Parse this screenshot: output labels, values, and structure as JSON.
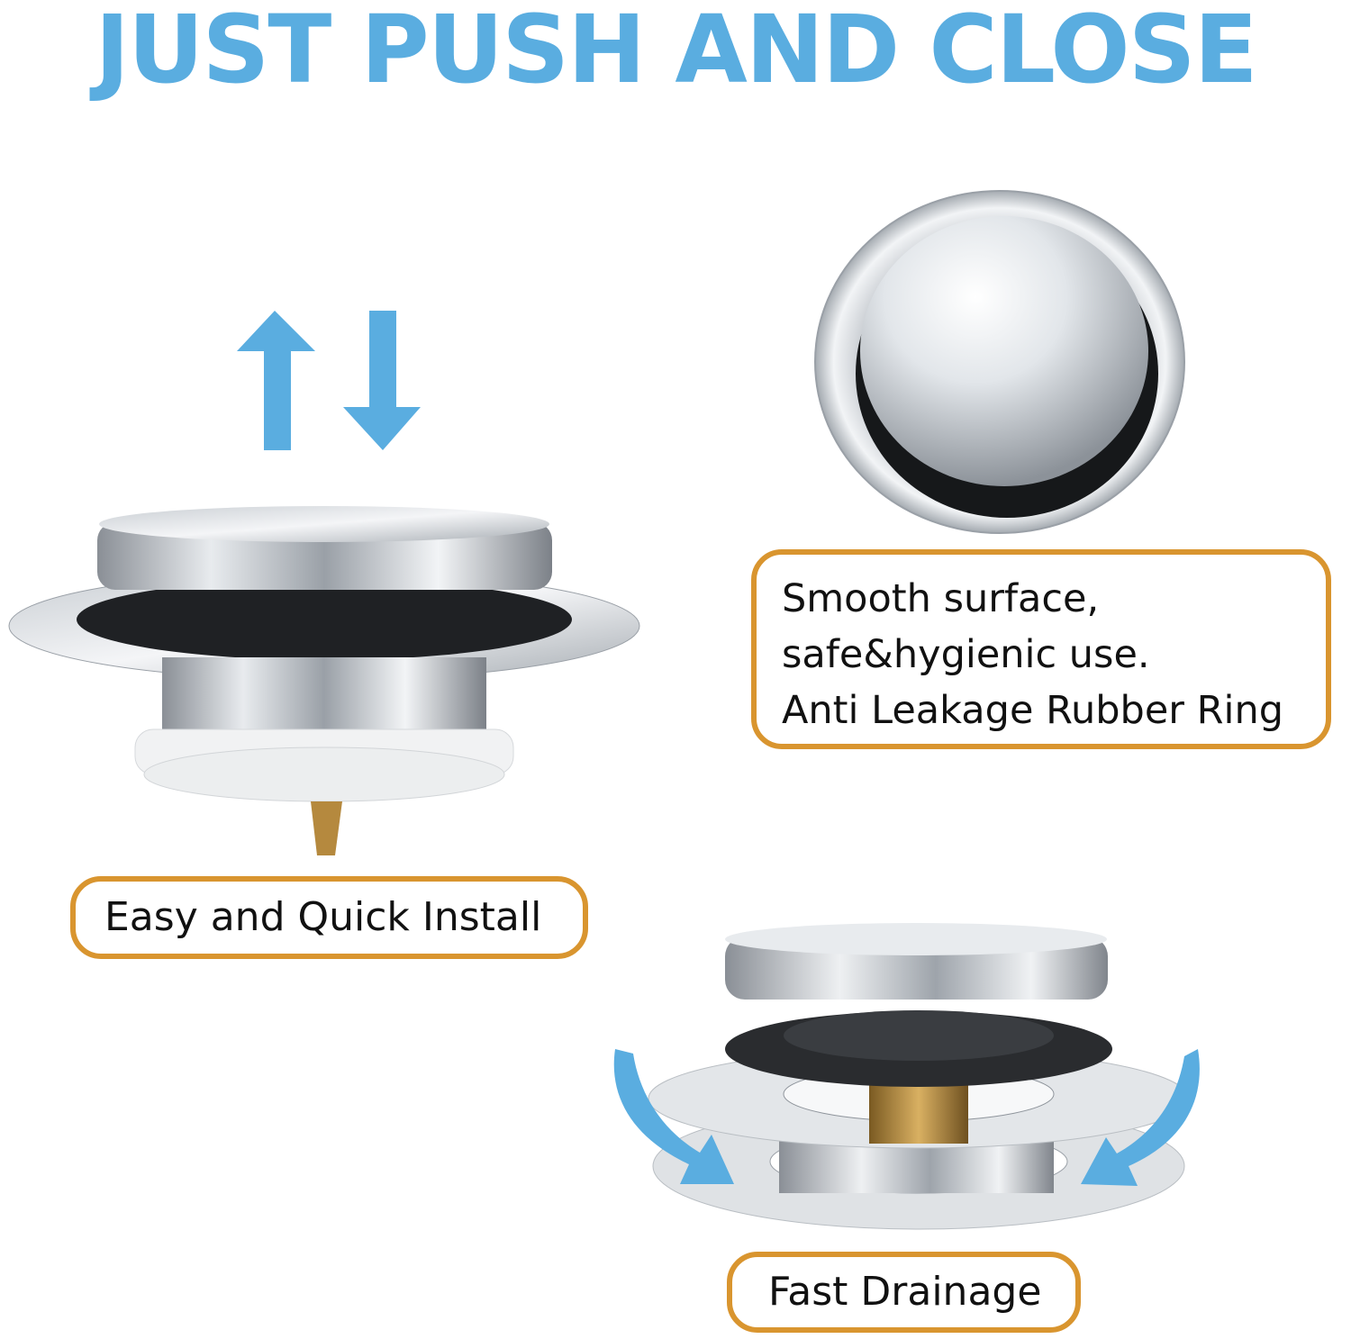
{
  "headline": "JUST PUSH AND CLOSE",
  "features": {
    "install": {
      "text": "Easy and Quick Install"
    },
    "smooth": {
      "lines": [
        "Smooth surface,",
        "safe&hygienic use.",
        "Anti Leakage Rubber Ring"
      ]
    },
    "drainage": {
      "text": "Fast Drainage"
    }
  },
  "colors": {
    "headline": "#5aade0",
    "arrow": "#5aade0",
    "label_border": "#d9952f",
    "label_text": "#111111"
  },
  "icons": [
    "arrow-up-icon",
    "arrow-down-icon",
    "curved-arrow-left-icon",
    "curved-arrow-right-icon"
  ]
}
